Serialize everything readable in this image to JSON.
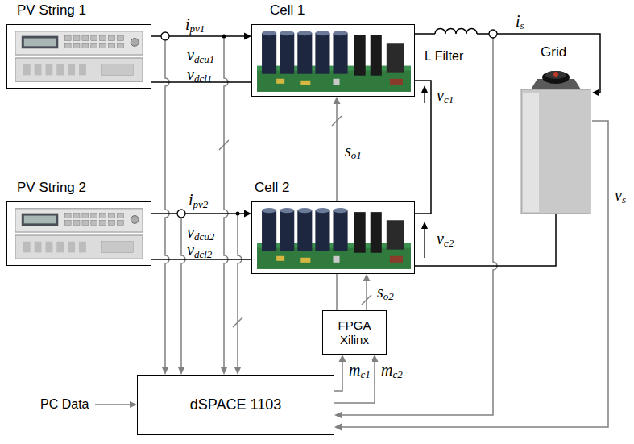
{
  "diagram": {
    "nodes": [
      {
        "text": [
          "PV String 1"
        ]
      },
      {
        "text": [
          "Cell 1"
        ]
      },
      {
        "text": [
          "Grid"
        ]
      },
      {
        "text": [
          "PV String 2"
        ]
      },
      {
        "text": [
          "Cell 2"
        ]
      },
      {
        "text": [
          "FPGA Xilinx"
        ]
      },
      {
        "text": [
          "dSPACE 1103"
        ]
      }
    ],
    "edges": [
      {
        "from": 0,
        "to": 1,
        "arrow": "to",
        "label": "ipv1"
      },
      {
        "from": 0,
        "to": 1,
        "arrow": "none"
      },
      {
        "from": 1,
        "to": 2,
        "arrow": "to",
        "label": "is"
      },
      {
        "from": 1,
        "to": 4,
        "arrow": "none"
      },
      {
        "from": 3,
        "to": 4,
        "arrow": "to",
        "label": "ipv2"
      },
      {
        "from": 3,
        "to": 4,
        "arrow": "none"
      },
      {
        "from": 4,
        "to": 2,
        "arrow": "none"
      },
      {
        "from": 5,
        "to": 1,
        "arrow": "to",
        "label": "so1"
      },
      {
        "from": 5,
        "to": 4,
        "arrow": "to",
        "label": "so2"
      },
      {
        "from": 6,
        "to": 5,
        "arrow": "to",
        "label": "mc1"
      },
      {
        "from": 6,
        "to": 5,
        "arrow": "to",
        "label": "mc2"
      },
      {
        "from": 2,
        "to": 6,
        "arrow": "to",
        "label": "vs"
      }
    ],
    "labels": [
      "vdcu1",
      "vdcl1",
      "vdcu2",
      "vdcl2",
      "L Filter",
      "vc1",
      "vc2",
      "PC Data"
    ]
  }
}
